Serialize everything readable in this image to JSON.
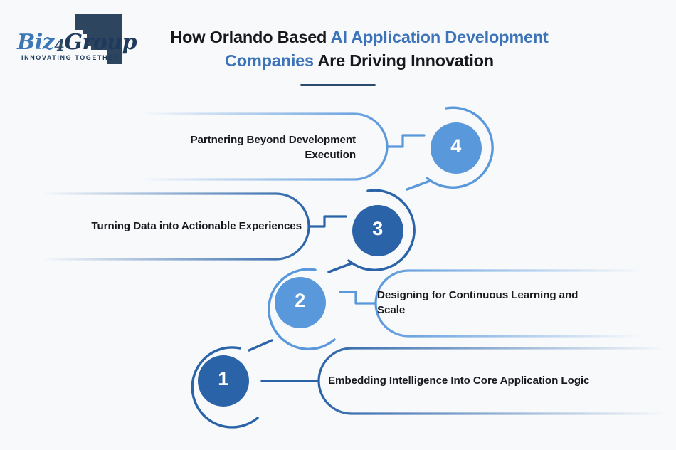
{
  "brand": {
    "logo_word_1": "Biz",
    "logo_word_2": "4",
    "logo_word_3": "Group",
    "tagline": "INNOVATING TOGETHER"
  },
  "header": {
    "title_part_1": "How Orlando Based ",
    "title_highlight_1": "AI Application Development Companies",
    "title_part_2": " Are Driving Innovation"
  },
  "colors": {
    "background": "#f7f9fb",
    "dark_blue": "#2b63a8",
    "deep_navy": "#1f3a5c",
    "light_blue": "#5a98dc",
    "accent_title": "#3c73b9",
    "rule": "#2c4a6b"
  },
  "steps": [
    {
      "number": "4",
      "label": "Partnering Beyond Development Execution",
      "side": "left",
      "tone": "light"
    },
    {
      "number": "3",
      "label": "Turning Data into Actionable Experiences",
      "side": "left",
      "tone": "dark"
    },
    {
      "number": "2",
      "label": "Designing for Continuous Learning and Scale",
      "side": "right",
      "tone": "light"
    },
    {
      "number": "1",
      "label": "Embedding Intelligence Into Core Application Logic",
      "side": "right",
      "tone": "dark"
    }
  ]
}
